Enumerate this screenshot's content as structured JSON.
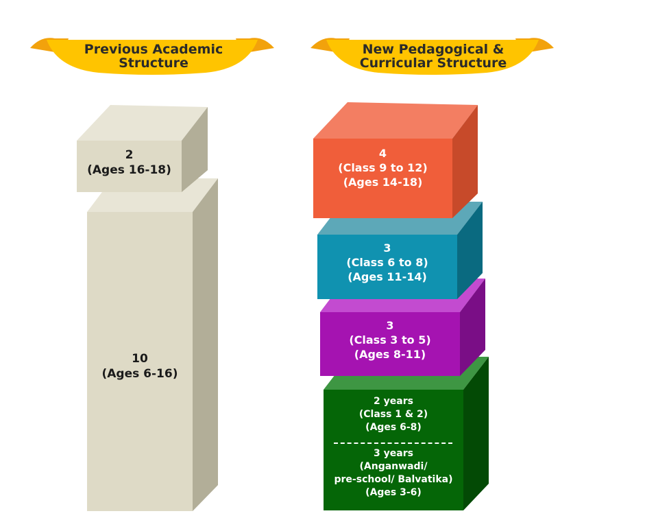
{
  "banners": {
    "left": {
      "line1": "Previous Academic",
      "line2": "Structure"
    },
    "right": {
      "line1": "New Pedagogical &",
      "line2": "Curricular Structure"
    }
  },
  "previous": {
    "upper": {
      "count": "2",
      "ages": "(Ages 16-18)"
    },
    "lower": {
      "count": "10",
      "ages": "(Ages 6-16)"
    }
  },
  "new": {
    "secondary": {
      "count": "4",
      "classes": "(Class 9 to 12)",
      "ages": "(Ages 14-18)"
    },
    "middle": {
      "count": "3",
      "classes": "(Class 6 to 8)",
      "ages": "(Ages 11-14)"
    },
    "preparatory": {
      "count": "3",
      "classes": "(Class 3 to 5)",
      "ages": "(Ages 8-11)"
    },
    "foundational": {
      "upper_years": "2 years",
      "upper_classes": "(Class 1 & 2)",
      "upper_ages": "(Ages 6-8)",
      "lower_years": "3 years",
      "lower_line1": "(Anganwadi/",
      "lower_line2": "pre-school/ Balvatika)",
      "lower_ages": "(Ages 3-6)"
    }
  },
  "colors": {
    "banner_yellow": "#FFC400",
    "banner_fold": "#F2A20C",
    "prev_front": "#DEDAC6",
    "prev_top": "#E8E5D6",
    "prev_side": "#B2AE98",
    "secondary_front": "#F05E3A",
    "secondary_top": "#F37E62",
    "secondary_side": "#C74A2A",
    "middle_front": "#1092B0",
    "middle_top": "#5DA8B8",
    "middle_side": "#0A6A80",
    "preparatory_front": "#A513B1",
    "preparatory_top": "#C34BD0",
    "preparatory_side": "#7A0E86",
    "foundational_front": "#056607",
    "foundational_top": "#3E9643",
    "foundational_side": "#034A05"
  }
}
